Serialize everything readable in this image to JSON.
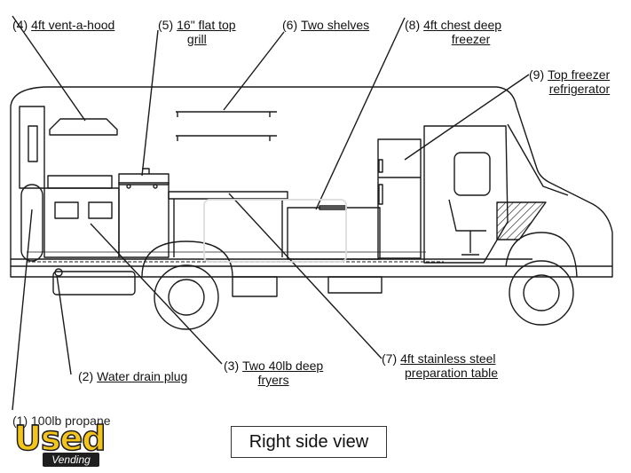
{
  "labels": {
    "hood": {
      "num": "(4)",
      "text": "4ft vent-a-hood"
    },
    "grill": {
      "num": "(5)",
      "line1": "16\" flat top",
      "line2": "grill"
    },
    "shelves": {
      "num": "(6)",
      "text": "Two shelves"
    },
    "freezer": {
      "num": "(8)",
      "line1": "4ft chest deep",
      "line2": "freezer"
    },
    "fridge": {
      "num": "(9)",
      "line1": "Top freezer",
      "line2": "refrigerator"
    },
    "drain": {
      "num": "(2)",
      "text": "Water drain plug"
    },
    "fryers": {
      "num": "(3)",
      "line1": "Two 40lb deep",
      "line2": "fryers"
    },
    "table": {
      "num": "(7)",
      "line1": "4ft stainless steel",
      "line2": "preparation table"
    },
    "propane": {
      "text": "(1) 100lb propane"
    }
  },
  "view_title": "Right side view",
  "watermark": {
    "brand": "Used",
    "sub": "Vending"
  },
  "colors": {
    "line": "#1a1a1a",
    "logo_yellow": "#f3c51c",
    "watermark": "#d9d9d9"
  }
}
